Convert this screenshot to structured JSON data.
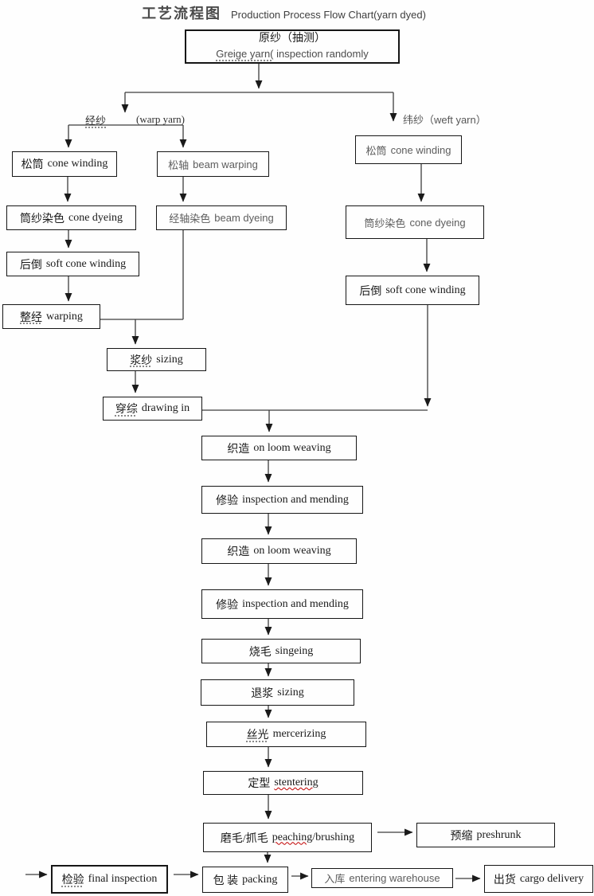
{
  "title": {
    "zh": "工艺流程图",
    "en": "Production Process Flow Chart(yarn dyed)"
  },
  "branch_labels": {
    "warp_zh": "经纱",
    "warp_en": "(warp yarn)",
    "weft": "纬纱（weft yarn）"
  },
  "nodes": {
    "greige": {
      "zh": "原纱（抽测）",
      "en": "Greige yarn(",
      "en2": " inspection randomly"
    },
    "warp_cone_winding": {
      "zh": "松筒",
      "en": "cone winding"
    },
    "beam_warping": {
      "zh": "松轴",
      "en": "beam warping"
    },
    "weft_cone_winding": {
      "zh": "松筒",
      "en": "cone winding"
    },
    "cone_dyeing": {
      "zh": "筒纱染色",
      "en": "cone dyeing"
    },
    "beam_dyeing": {
      "zh": "经轴染色",
      "en": "beam dyeing"
    },
    "weft_cone_dyeing": {
      "zh": "筒纱染色",
      "en": "cone dyeing"
    },
    "soft_cone_winding": {
      "zh": "后倒",
      "en": "soft cone winding"
    },
    "warping": {
      "zh": "整经",
      "en": "warping"
    },
    "weft_soft_cone_winding": {
      "zh": "后倒",
      "en": "soft cone winding"
    },
    "sizing": {
      "zh": "浆纱",
      "en": "sizing"
    },
    "drawing_in": {
      "zh": "穿综",
      "en": "drawing in"
    },
    "weaving1": {
      "zh": "织造",
      "en": "on loom weaving"
    },
    "mending1": {
      "zh": "修验",
      "en": "inspection and mending"
    },
    "weaving2": {
      "zh": "织造",
      "en": "on loom weaving"
    },
    "mending2": {
      "zh": "修验",
      "en": "inspection and mending"
    },
    "singeing": {
      "zh": "烧毛",
      "en": "singeing"
    },
    "desizing": {
      "zh": "退浆",
      "en": "sizing"
    },
    "mercerizing": {
      "zh": "丝光",
      "en": "mercerizing"
    },
    "stentering": {
      "zh": "定型",
      "en": "stentering"
    },
    "peaching": {
      "zh": "磨毛/抓毛",
      "en": "peaching",
      "en2": "/brushing"
    },
    "preshrunk": {
      "zh": "预缩",
      "en": "preshrunk"
    },
    "final_inspection": {
      "zh": "检验",
      "en": "final inspection"
    },
    "packing": {
      "zh": "包 装",
      "en": "packing"
    },
    "warehouse": {
      "zh": "入库",
      "en": "entering warehouse"
    },
    "cargo_delivery": {
      "zh": "出货",
      "en": "cargo delivery"
    }
  },
  "colors": {
    "line": "#3d3d3d",
    "border": "#161616",
    "text": "#1a1a1a",
    "text_gray": "#5d5d5d",
    "squiggle_red": "#c00000",
    "background": "#fefefe"
  }
}
